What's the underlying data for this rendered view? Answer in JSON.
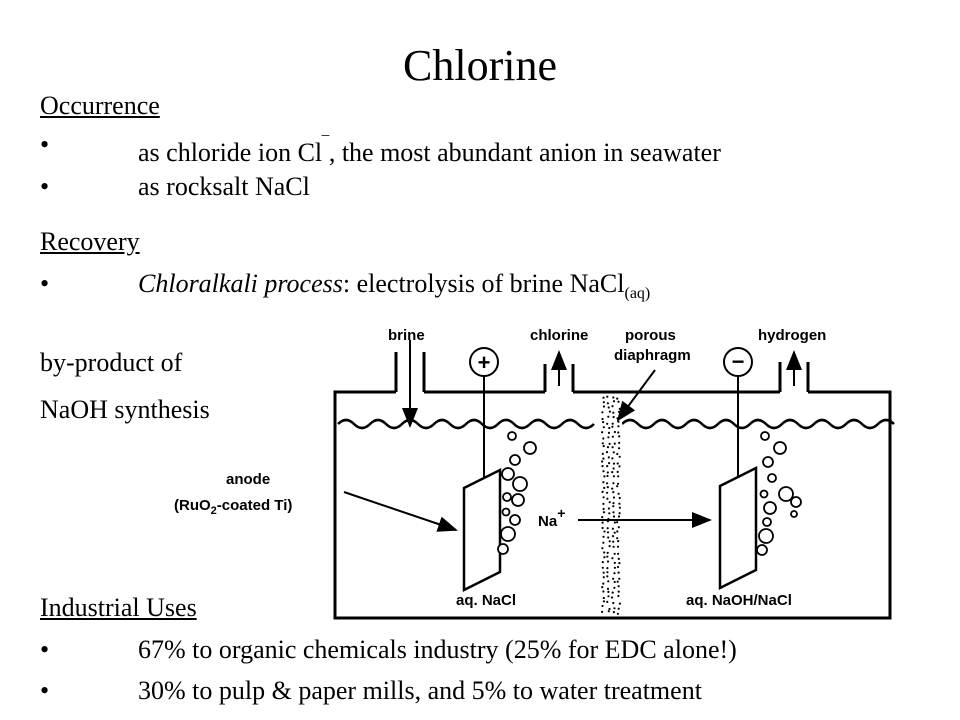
{
  "title": "Chlorine",
  "occurrence": {
    "heading": "Occurrence",
    "bullet_char": "•",
    "items": [
      {
        "before": "as chloride ion Cl",
        "sup": "‾",
        "after": ", the most abundant anion in seawater"
      },
      {
        "text": "as rocksalt NaCl"
      }
    ]
  },
  "recovery": {
    "heading": "Recovery",
    "bullet_char": "•",
    "process_name": "Chloralkali process",
    "process_rest": ": electrolysis of brine NaCl",
    "process_sub": "(aq)"
  },
  "byproduct": {
    "line1": "by-product of",
    "line2": "NaOH synthesis"
  },
  "diagram": {
    "labels": {
      "brine": "brine",
      "chlorine": "chlorine",
      "porous": "porous",
      "diaphragm": "diaphragm",
      "hydrogen": "hydrogen",
      "anode": "anode",
      "anode_material_pre": "(RuO",
      "anode_material_sub": "2",
      "anode_material_post": "-coated Ti)",
      "sodium_ion": "Na",
      "sodium_charge": "+",
      "left_solution": "aq. NaCl",
      "right_solution": "aq. NaOH/NaCl",
      "plus_sign": "+",
      "minus_sign": "−"
    }
  },
  "industrial_uses": {
    "heading": "Industrial Uses",
    "bullet_char": "•",
    "items": [
      "67% to organic chemicals industry (25% for EDC alone!)",
      "30% to pulp & paper mills, and 5% to water treatment"
    ]
  }
}
